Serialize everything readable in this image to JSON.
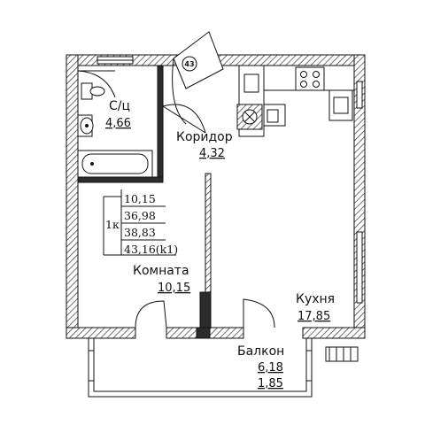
{
  "apartment": {
    "number": "43"
  },
  "rooms": {
    "bathroom": {
      "name": "С/ц",
      "area": "4,66"
    },
    "corridor": {
      "name": "Коридор",
      "area": "4,32"
    },
    "room": {
      "name": "Комната",
      "area": "10,15"
    },
    "kitchen": {
      "name": "Кухня",
      "area": "17,85"
    },
    "balcony": {
      "name": "Балкон",
      "area": "6,18",
      "area_reduced": "1,85"
    }
  },
  "summary_table": {
    "room_count": "1к",
    "living_area": "10,15",
    "area_without_balcony": "36,98",
    "total_area": "38,83",
    "total_area_coef": "43,16(k1)"
  },
  "colors": {
    "wall": "#2b2b2b",
    "hatch": "#555555",
    "line": "#111111",
    "background": "#ffffff"
  }
}
